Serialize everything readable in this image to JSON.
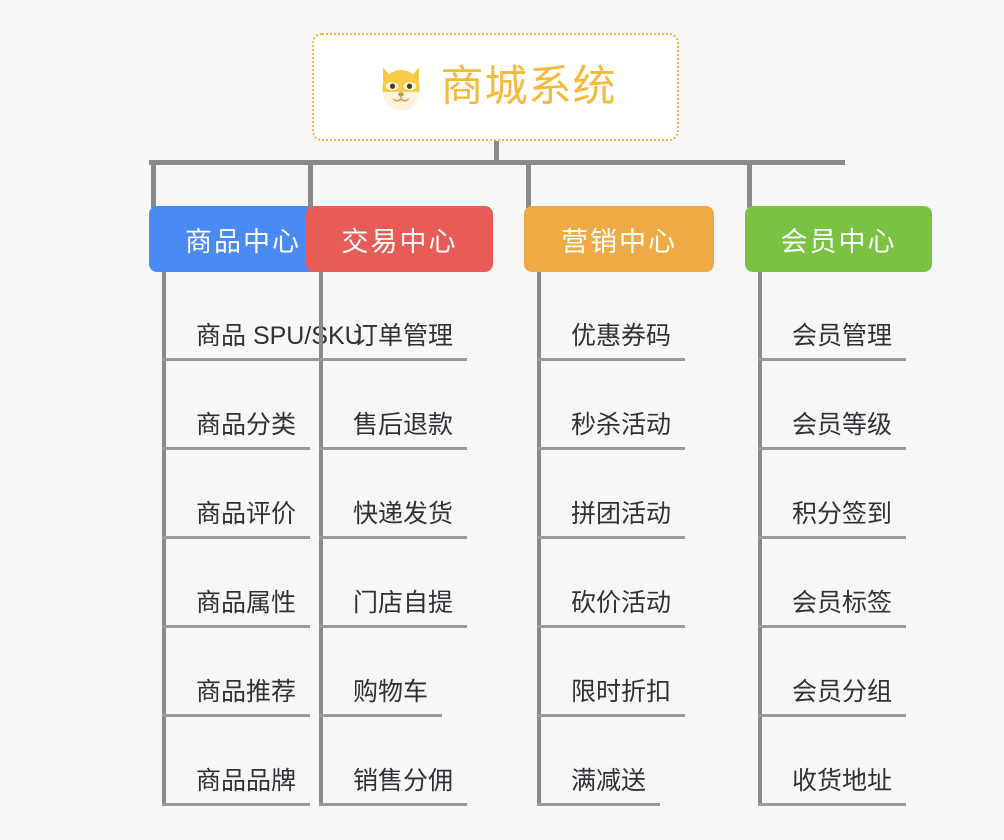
{
  "theme": {
    "background": "#f7f7f7",
    "connector_color": "#8a8a8a",
    "root_border_color": "#f0b23f",
    "root_text_color": "#f5b93d",
    "leaf_text_color": "#2f3136",
    "leaf_rule_color": "#9a9a9a"
  },
  "root": {
    "title": "商城系统",
    "icon": "shiba-dog-face-emoji",
    "icon_color": "#f7cc46"
  },
  "branches": [
    {
      "label": "商品中心",
      "color": "#4a8af4",
      "items": [
        "商品 SPU/SKU",
        "商品分类",
        "商品评价",
        "商品属性",
        "商品推荐",
        "商品品牌"
      ]
    },
    {
      "label": "交易中心",
      "color": "#e85c58",
      "items": [
        "订单管理",
        "售后退款",
        "快递发货",
        "门店自提",
        "购物车",
        "销售分佣"
      ]
    },
    {
      "label": "营销中心",
      "color": "#eeab45",
      "items": [
        "优惠券码",
        "秒杀活动",
        "拼团活动",
        "砍价活动",
        "限时折扣",
        "满减送"
      ]
    },
    {
      "label": "会员中心",
      "color": "#7bc244",
      "items": [
        "会员管理",
        "会员等级",
        "积分签到",
        "会员标签",
        "会员分组",
        "收货地址"
      ]
    }
  ]
}
